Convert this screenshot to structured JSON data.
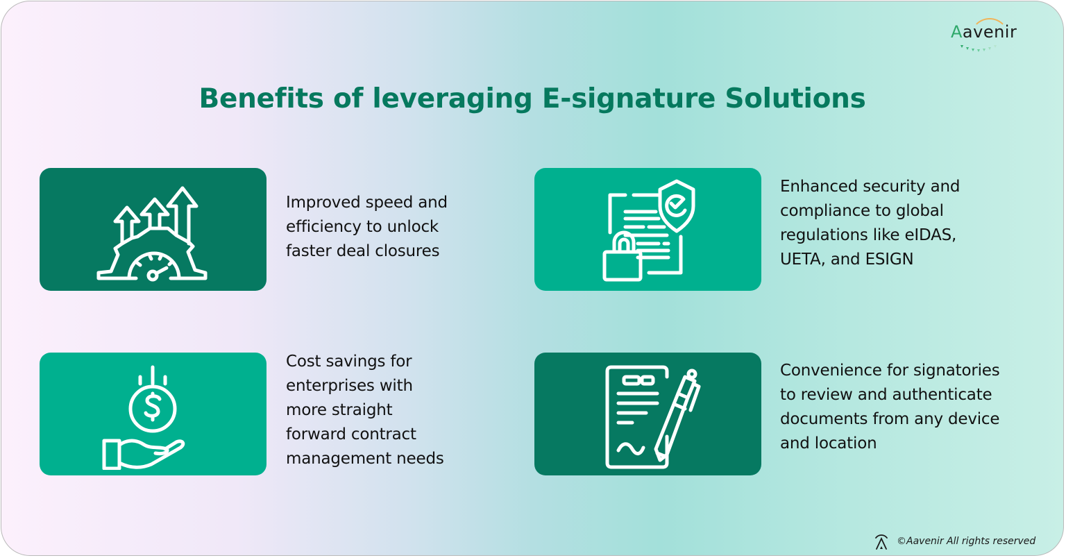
{
  "brand": {
    "logo_text": "Aavenir",
    "logo_accent_color": "#2ea86a",
    "arc_color": "#f0b45a"
  },
  "title": "Benefits of leveraging E-signature Solutions",
  "colors": {
    "title": "#06795e",
    "card_dark": "#067961",
    "card_light": "#00b08f",
    "text": "#111111"
  },
  "benefits": [
    {
      "icon": "speed-gauge-growth-icon",
      "card_style": "dark",
      "lines": [
        "Improved speed and",
        "efficiency to unlock",
        "faster deal closures"
      ]
    },
    {
      "icon": "secure-document-shield-lock-icon",
      "card_style": "light",
      "lines": [
        "Enhanced security and",
        "compliance to global",
        "regulations like eIDAS,",
        "UETA, and ESIGN"
      ]
    },
    {
      "icon": "hand-dollar-coin-icon",
      "card_style": "light",
      "lines": [
        "Cost savings for",
        "enterprises with",
        "more straight",
        "forward contract",
        "management needs"
      ]
    },
    {
      "icon": "document-pen-signature-icon",
      "card_style": "dark",
      "lines": [
        "Convenience for signatories",
        "to review and authenticate",
        "documents from any device",
        "and location"
      ]
    }
  ],
  "footer": {
    "copyright": "©Aavenir All rights reserved"
  }
}
